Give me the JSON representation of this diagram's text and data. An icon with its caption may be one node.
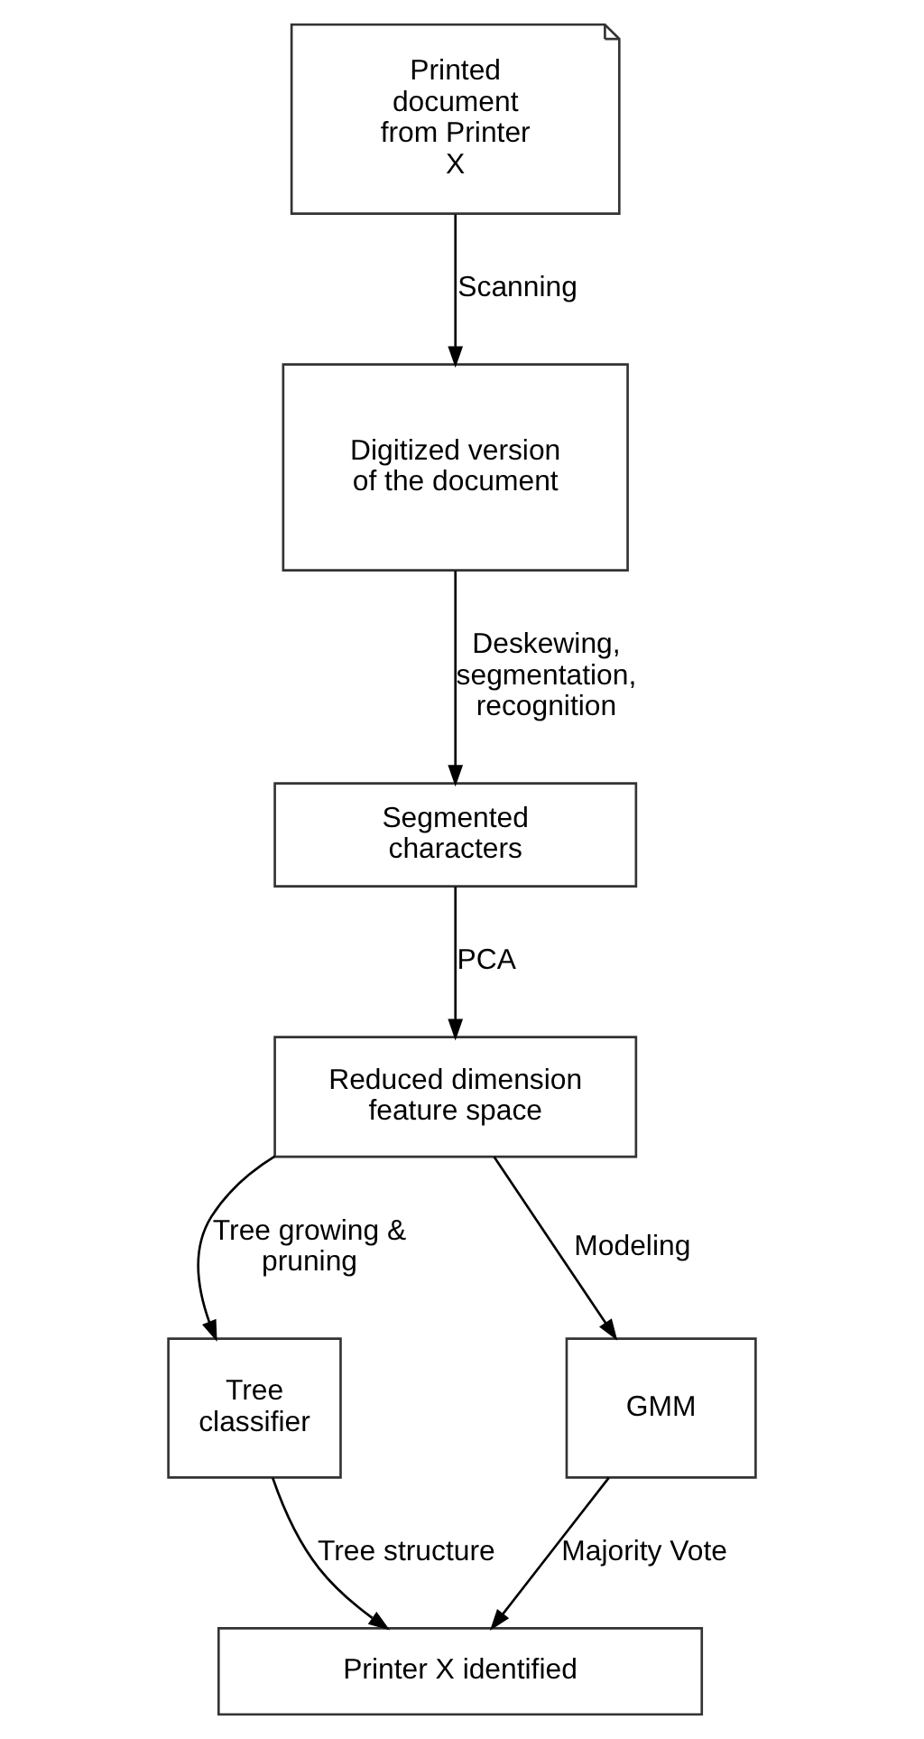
{
  "diagram": {
    "nodes": [
      {
        "text": [
          "Printed document from Printer X"
        ]
      },
      {
        "text": [
          "Digitized version of the document"
        ]
      },
      {
        "text": [
          "Segmented characters"
        ]
      },
      {
        "text": [
          "Reduced dimension feature space"
        ]
      },
      {
        "text": [
          "Tree classifier"
        ]
      },
      {
        "text": [
          "GMM"
        ]
      },
      {
        "text": [
          "Printer X identified"
        ]
      }
    ],
    "edges": [
      {
        "from": 0,
        "to": 1,
        "arrow": "to",
        "label": "Scanning"
      },
      {
        "from": 1,
        "to": 2,
        "arrow": "to",
        "label": "Deskewing, segmentation, recognition"
      },
      {
        "from": 2,
        "to": 3,
        "arrow": "to",
        "label": "PCA"
      },
      {
        "from": 3,
        "to": 4,
        "arrow": "to",
        "label": "Tree growing & pruning"
      },
      {
        "from": 3,
        "to": 5,
        "arrow": "to",
        "label": "Modeling"
      },
      {
        "from": 4,
        "to": 6,
        "arrow": "to",
        "label": "Tree structure"
      },
      {
        "from": 5,
        "to": 6,
        "arrow": "to",
        "label": "Majority Vote"
      }
    ]
  }
}
